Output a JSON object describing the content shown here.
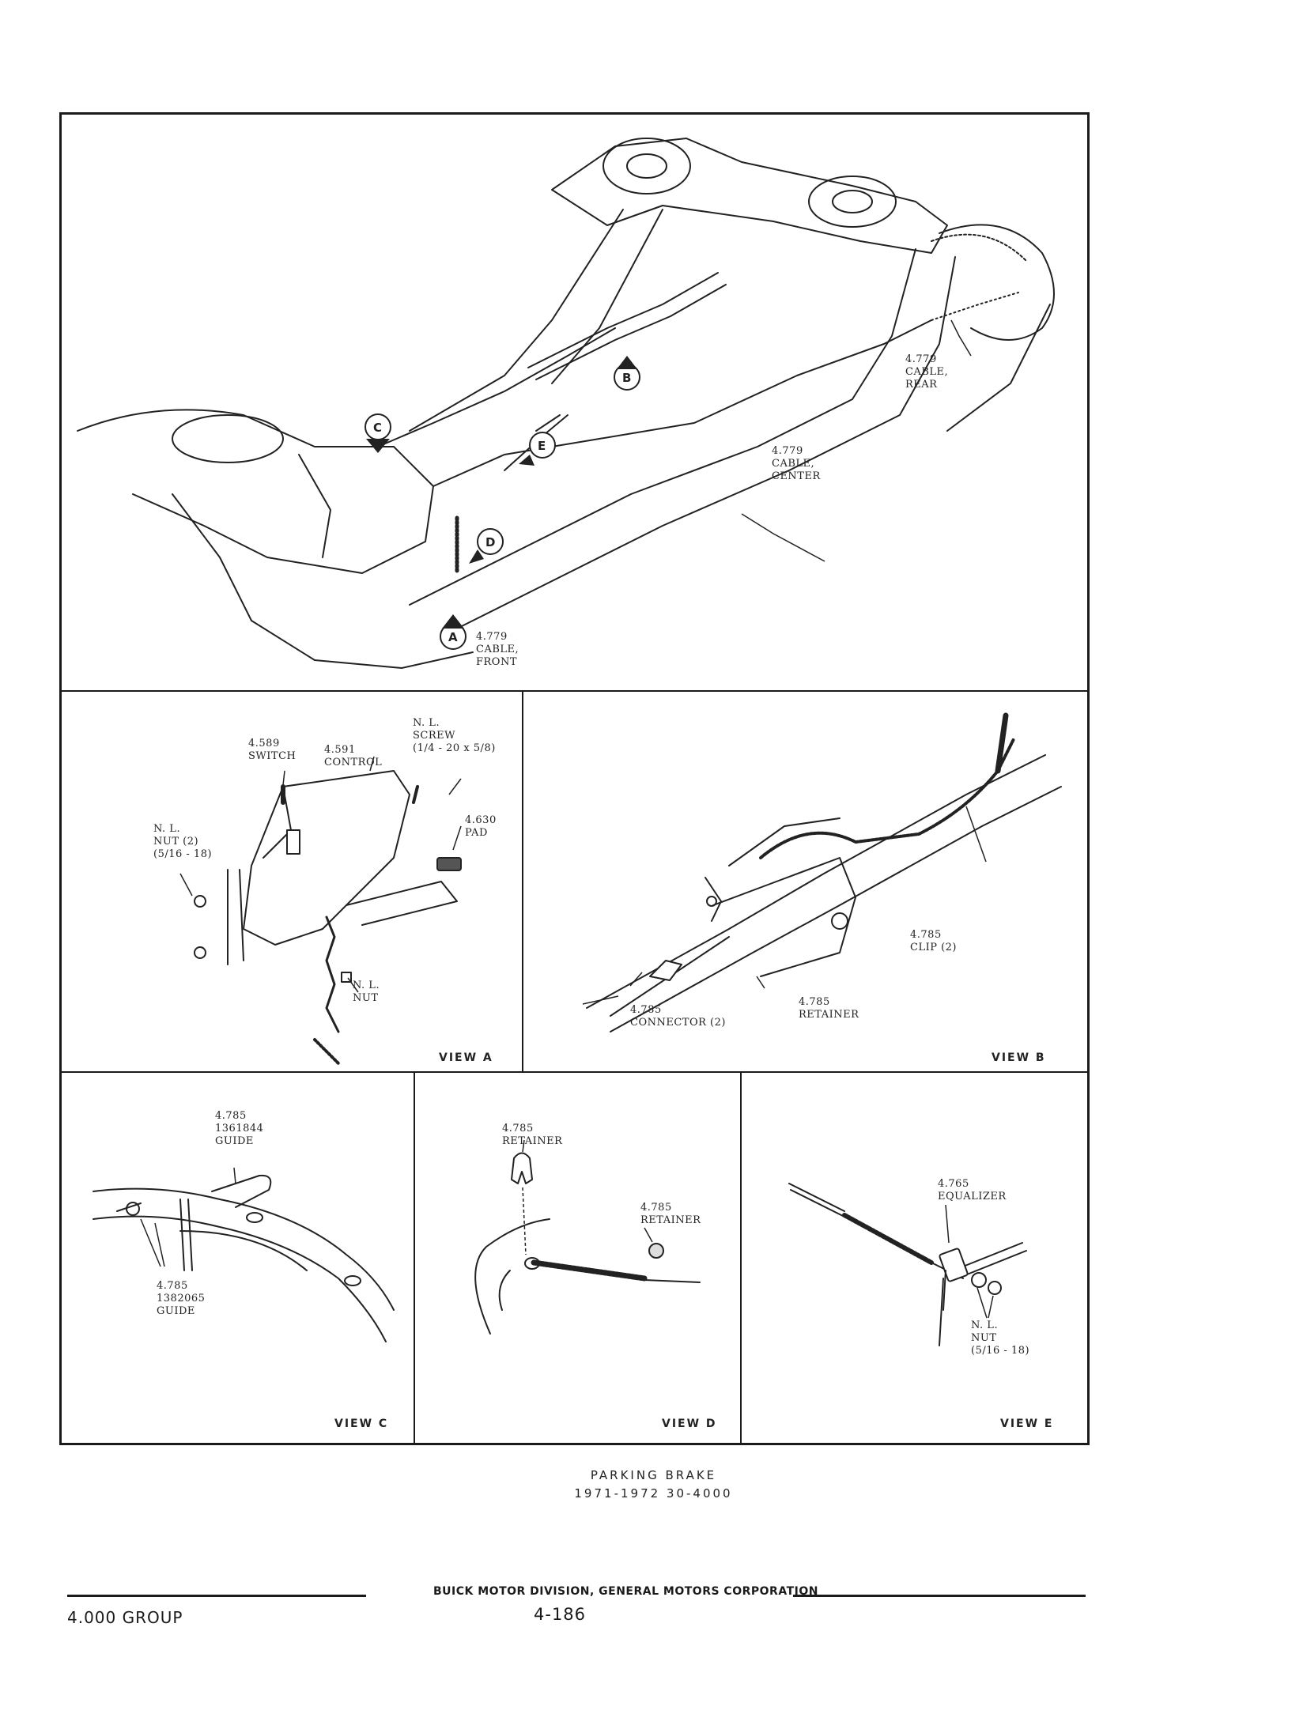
{
  "main_view": {
    "markers": [
      "A",
      "B",
      "C",
      "D",
      "E"
    ],
    "callouts": {
      "cable_rear": "4.779\nCABLE,\nREAR",
      "cable_center": "4.779\nCABLE,\nCENTER",
      "cable_front": "4.779\nCABLE,\nFRONT"
    }
  },
  "view_a": {
    "tag": "VIEW A",
    "callouts": {
      "switch": "4.589\nSWITCH",
      "control": "4.591\nCONTROL",
      "screw": "N. L.\nSCREW\n(1/4 - 20 x 5/8)",
      "nut_left": "N. L.\nNUT (2)\n(5/16 - 18)",
      "pad": "4.630\nPAD",
      "nut_bottom": "N. L.\nNUT"
    }
  },
  "view_b": {
    "tag": "VIEW B",
    "callouts": {
      "clip": "4.785\nCLIP (2)",
      "retainer": "4.785\nRETAINER",
      "connector": "4.785\nCONNECTOR (2)"
    }
  },
  "view_c": {
    "tag": "VIEW C",
    "callouts": {
      "guide_top": "4.785\n1361844\nGUIDE",
      "guide_bottom": "4.785\n1382065\nGUIDE"
    }
  },
  "view_d": {
    "tag": "VIEW D",
    "callouts": {
      "retainer_top": "4.785\nRETAINER",
      "retainer_right": "4.785\nRETAINER"
    }
  },
  "view_e": {
    "tag": "VIEW E",
    "callouts": {
      "equalizer": "4.765\nEQUALIZER",
      "nut": "N. L.\nNUT\n(5/16 - 18)"
    }
  },
  "caption": {
    "line1": "PARKING BRAKE",
    "line2": "1971-1972 30-4000"
  },
  "footer": {
    "publisher": "BUICK MOTOR DIVISION, GENERAL MOTORS CORPORATION",
    "group": "4.000 GROUP",
    "page": "4-186"
  }
}
